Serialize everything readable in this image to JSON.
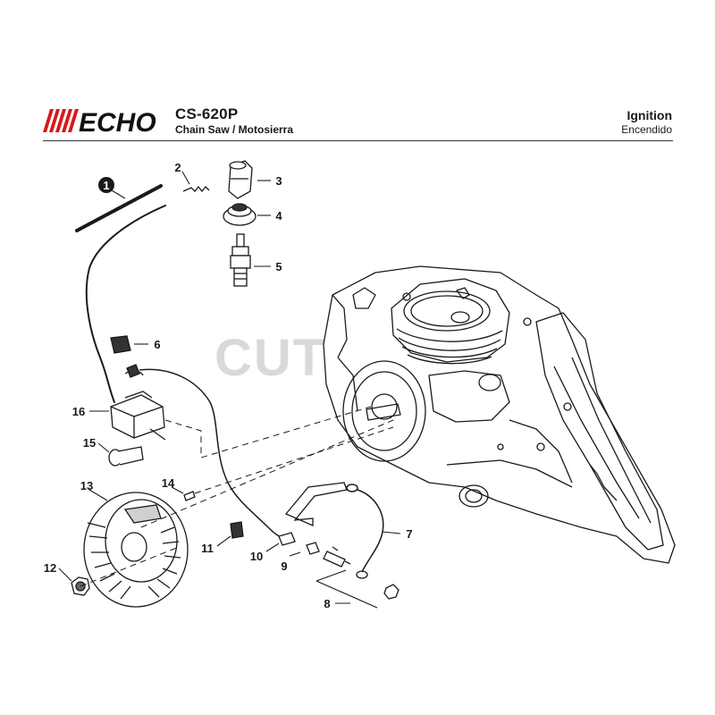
{
  "header": {
    "brand": "ECHO",
    "model": "CS-620P",
    "subtitle": "Chain Saw / Motosierra",
    "section_en": "Ignition",
    "section_es": "Encendido"
  },
  "watermark": "CUTL",
  "callouts": [
    {
      "id": "1",
      "label": "1"
    },
    {
      "id": "2",
      "label": "2"
    },
    {
      "id": "3",
      "label": "3"
    },
    {
      "id": "4",
      "label": "4"
    },
    {
      "id": "5",
      "label": "5"
    },
    {
      "id": "6",
      "label": "6"
    },
    {
      "id": "7",
      "label": "7"
    },
    {
      "id": "8",
      "label": "8"
    },
    {
      "id": "9",
      "label": "9"
    },
    {
      "id": "10",
      "label": "10"
    },
    {
      "id": "11",
      "label": "11"
    },
    {
      "id": "12",
      "label": "12"
    },
    {
      "id": "13",
      "label": "13"
    },
    {
      "id": "14",
      "label": "14"
    },
    {
      "id": "15",
      "label": "15"
    },
    {
      "id": "16",
      "label": "16"
    }
  ],
  "colors": {
    "brand_red": "#d7191c",
    "line": "#1a1a1a",
    "watermark": "#d9d9d9"
  }
}
